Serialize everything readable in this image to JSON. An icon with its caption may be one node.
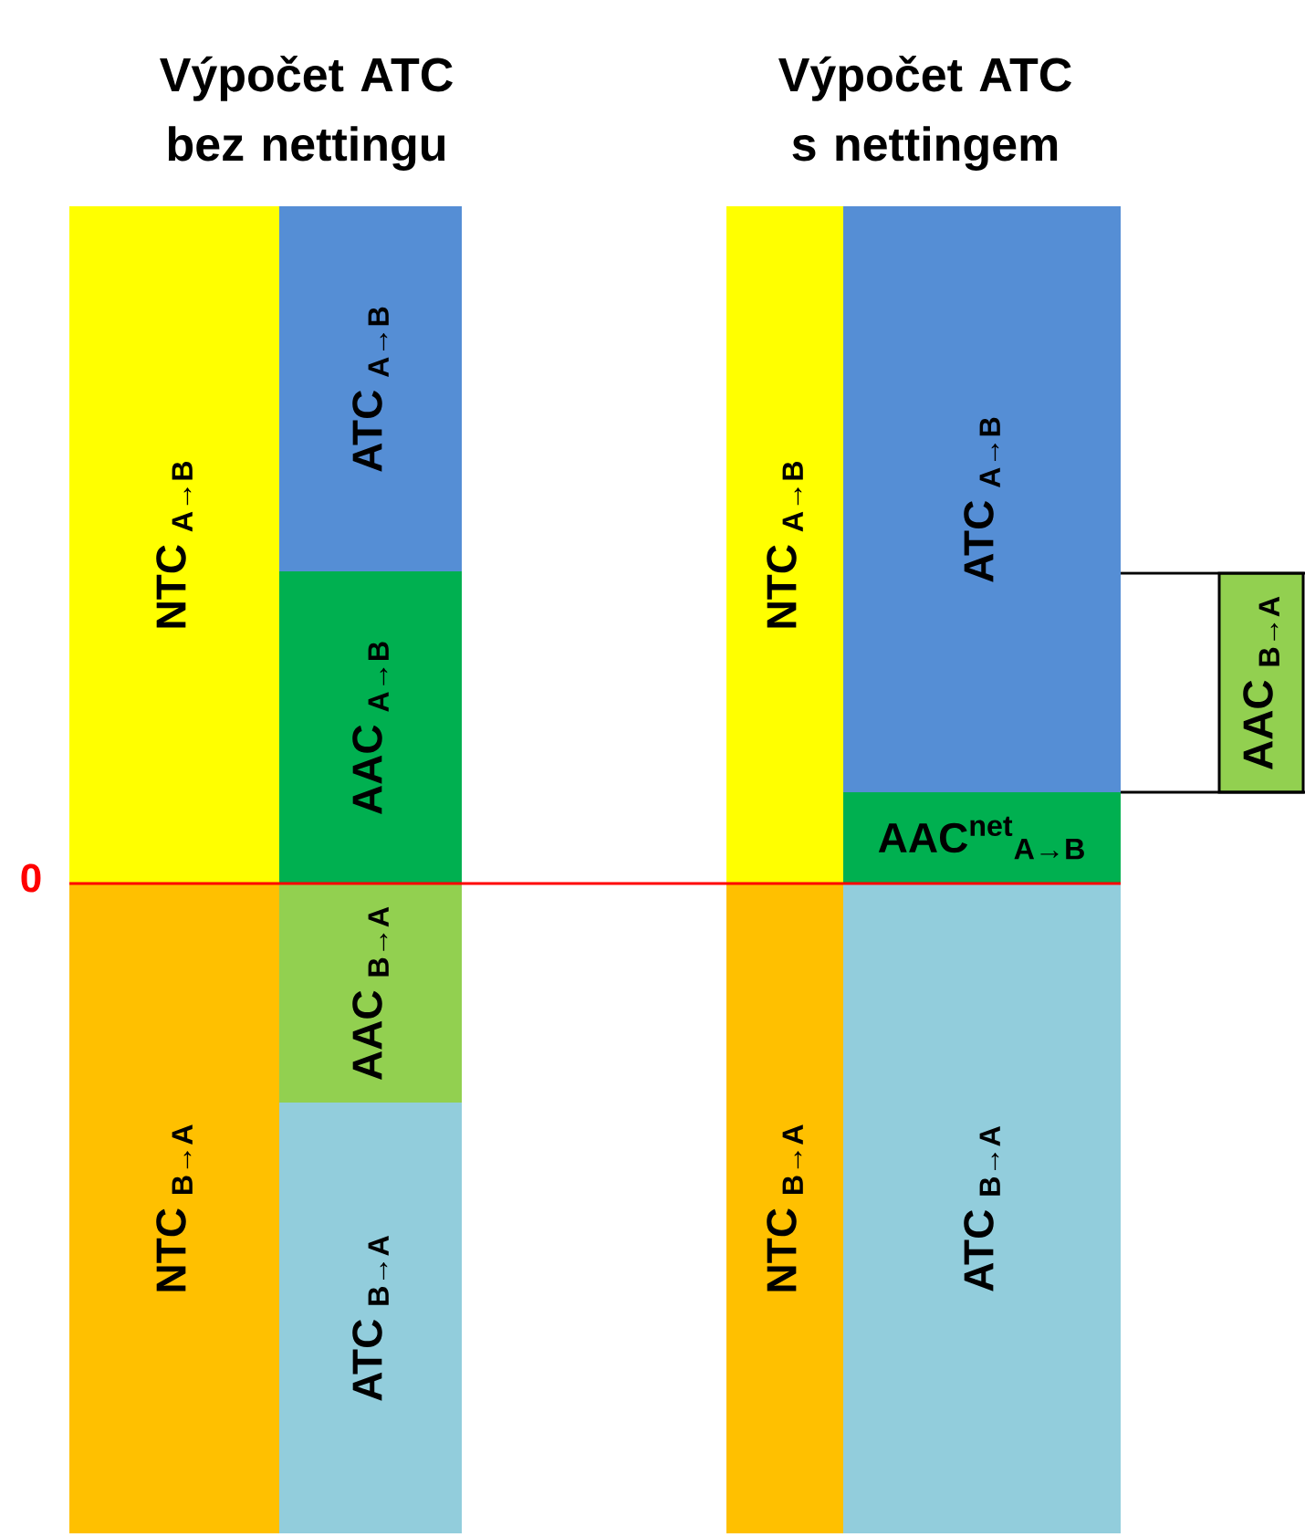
{
  "diagram": {
    "nodes": [
      {
        "text": [
          "NTC $_{A→B}$"
        ]
      },
      {
        "text": [
          "ATC $_{A→B}$"
        ]
      },
      {
        "text": [
          "AAC $_{A→B}$"
        ]
      },
      {
        "text": [
          "AAC $_{B→A}$"
        ]
      },
      {
        "text": [
          "NTC $_{B→A}$"
        ]
      },
      {
        "text": [
          "ATC $_{B→A}$"
        ]
      },
      {
        "text": [
          "NTC $_{A→B}$"
        ]
      },
      {
        "text": [
          "ATC $_{A→B}$"
        ]
      },
      {
        "text": [
          "AAC$^{net}$$_{A→B}$"
        ]
      },
      {
        "text": [
          "NTC $_{B→A}$"
        ]
      },
      {
        "text": [
          "ATC $_{B→A}$"
        ]
      },
      {
        "text": [
          "AAC $_{B→A}$"
        ]
      }
    ],
    "labels": [
      "Výpočet ATC bez nettingu",
      "Výpočet ATC s nettingem",
      "0"
    ]
  }
}
